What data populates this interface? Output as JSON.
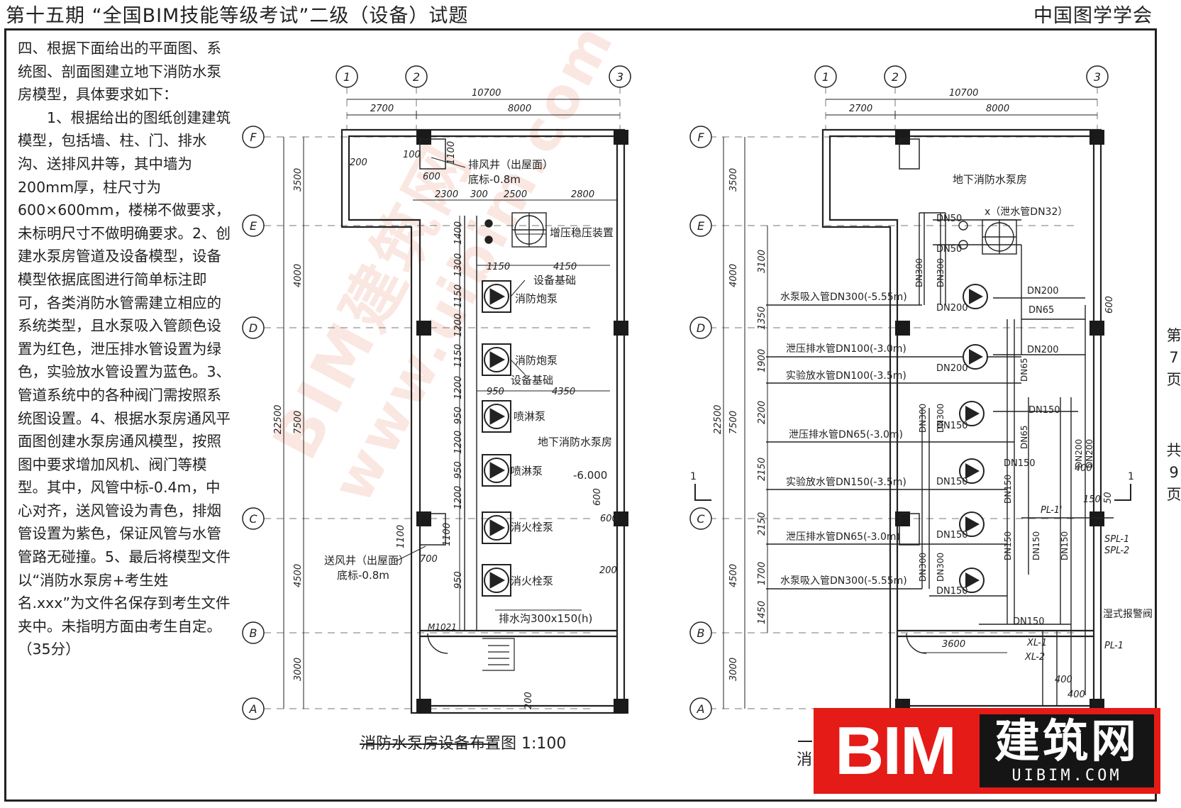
{
  "header": {
    "title": "第十五期 “全国BIM技能等级考试”二级（设备）试题",
    "org": "中国图学学会"
  },
  "task": {
    "paragraphs": [
      "四、根据下面给出的平面图、系统图、剖面图建立地下消防水泵房模型，具体要求如下：",
      "1、根据给出的图纸创建建筑模型，包括墙、柱、门、排水沟、送排风井等，其中墙为200mm厚，柱尺寸为600×600mm，楼梯不做要求，未标明尺寸不做明确要求。2、创建水泵房管道及设备模型，设备模型依据底图进行简单标注即可，各类消防水管需建立相应的系统类型，且水泵吸入管颜色设置为红色，泄压排水管设置为绿色，实验放水管设置为蓝色。3、管道系统中的各种阀门需按照系统图设置。4、根据水泵房通风平面图创建水泵房通风模型，按照图中要求增加风机、阀门等模型。其中，风管中标-0.4m，中心对齐，送风管设为青色，排烟管设置为紫色，保证风管与水管管路无碰撞。5、最后将模型文件以“消防水泵房+考生姓名.xxx”为文件名保存到考生文件夹中。未指明方面由考生自定。（35分）"
    ]
  },
  "side": {
    "page_chars": [
      "第",
      "7",
      "页"
    ],
    "total_chars": [
      "共",
      "9",
      "页"
    ]
  },
  "grid": {
    "cols": [
      "1",
      "2",
      "3"
    ],
    "rows": [
      "F",
      "E",
      "D",
      "C",
      "B",
      "A"
    ]
  },
  "plan_left": {
    "title": "消防水泵房设备布置图 1:100",
    "dims": {
      "total": "10700",
      "d2700": "2700",
      "d8000": "8000",
      "v3500": "3500",
      "v4000": "4000",
      "v7500": "7500",
      "v4500": "4500",
      "v3000": "3000",
      "v22500": "22500",
      "d2300": "2300",
      "d300": "300",
      "d2500": "2500",
      "d2800": "2800",
      "p1400": "1400",
      "p1300": "1300",
      "p1150a": "1150",
      "p1200a": "1200",
      "p1150b": "1150",
      "p1200b": "1200",
      "p950a": "950",
      "p1200c": "1200",
      "p950b": "950",
      "p1200d": "1200",
      "p950c": "950",
      "h1150": "1150",
      "h4150": "4150",
      "h950": "950",
      "h4350": "4350",
      "w200a": "200",
      "w100": "100",
      "w1100a": "1100",
      "w600a": "600",
      "w1100b": "1100",
      "w700": "700",
      "w1100c": "1100",
      "w600b": "600",
      "w600c": "600",
      "w200b": "200",
      "w200c": "200"
    },
    "labels": {
      "exhaust_shaft": "排风井（出屋面）",
      "exhaust_elev": "底标-0.8m",
      "supply_shaft": "送风井（出屋面）",
      "supply_elev": "底标-0.8m",
      "stabilizer": "增压稳压装置",
      "base1": "设备基础",
      "base2": "设备基础",
      "pump1": "消防炮泵",
      "pump2": "消防炮泵",
      "pump3": "喷淋泵",
      "pump4": "喷淋泵",
      "pump5": "消火栓泵",
      "pump6": "消火栓泵",
      "room": "地下消防水泵房",
      "elev": "-6.000",
      "trench": "排水沟300x150(h)",
      "door": "M1021"
    }
  },
  "plan_right": {
    "title": "消",
    "dims": {
      "total": "10700",
      "d2700": "2700",
      "d8000": "8000",
      "v3500": "3500",
      "v4000": "4000",
      "v7500": "7500",
      "v4500": "4500",
      "v3000": "3000",
      "v22500": "22500",
      "r3100": "3100",
      "r1350": "1350",
      "r1900": "1900",
      "r2200": "2200",
      "r2150a": "2150",
      "r2150b": "2150",
      "r1700": "1700",
      "r1450": "1450",
      "r600": "600",
      "r400a": "400",
      "r150": "150",
      "r50": "50",
      "r3600": "3600",
      "r400b": "400",
      "r400c": "400"
    },
    "labels": {
      "room": "地下消防水泵房",
      "relief": "x（泄水管DN32）",
      "dn50a": "DN50",
      "dn50b": "DN50",
      "dn300a": "DN300",
      "dn300b": "DN300",
      "suction1": "水泵吸入管DN300(-5.55m)",
      "relief1": "泄压排水管DN100(-3.0m)",
      "test1": "实验放水管DN100(-3.5m)",
      "relief2": "泄压排水管DN65(-3.0m)",
      "test2": "实验放水管DN150(-3.5m)",
      "relief3": "泄压排水管DN65(-3.0m)",
      "suction2": "水泵吸入管DN300(-5.55m)",
      "dn200a": "DN200",
      "dn65a": "DN65",
      "dn200b": "DN200",
      "dn200c": "DN200",
      "dn200d": "DN200",
      "dn65b": "DN65",
      "dn150a": "DN150",
      "dn150b": "DN150",
      "dn150c": "DN150",
      "dn65c": "DN65",
      "dn150d": "DN150",
      "dn150e": "DN150",
      "dn150f": "DN150",
      "dn150g": "DN150",
      "dn150h": "DN150",
      "dn150i": "DN150",
      "dn150j": "DN150",
      "dn150k": "DN150",
      "dn200e": "DN200",
      "dn200f": "DN200",
      "dn300c": "DN300",
      "dn300d": "DN300",
      "dn300e": "DN300",
      "dn300f": "DN300",
      "pl1p": "PL-1'",
      "spl1": "SPL-1",
      "spl2": "SPL-2",
      "pl1": "PL-1",
      "xl1": "XL-1",
      "xl2": "XL-2",
      "alarm": "湿式报警阀",
      "sec1a": "1",
      "sec1b": "1"
    }
  },
  "watermark": {
    "brand": "BIM建筑网",
    "url": "www.uibim.com"
  },
  "logo": {
    "left": "BIM",
    "cn": "建筑网",
    "url": "UIBIM.COM"
  },
  "colors": {
    "red": "#e41b17",
    "dark": "#151515",
    "line": "#222222"
  }
}
